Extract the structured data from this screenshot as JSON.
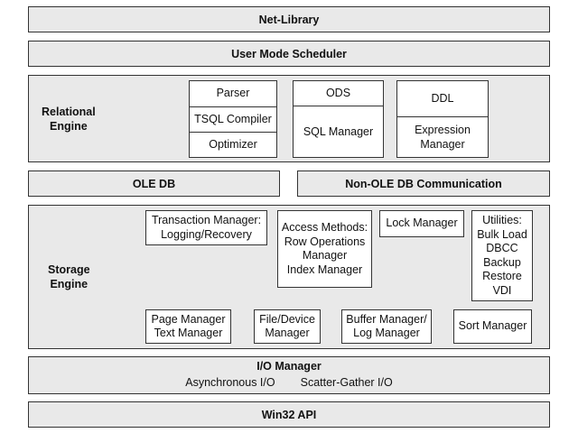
{
  "net_library": "Net-Library",
  "user_mode_scheduler": "User Mode Scheduler",
  "relational": {
    "label_line1": "Relational",
    "label_line2": "Engine",
    "parser": "Parser",
    "tsql_compiler": "TSQL Compiler",
    "optimizer": "Optimizer",
    "ods": "ODS",
    "sql_manager": "SQL Manager",
    "ddl": "DDL",
    "expression_manager_line1": "Expression",
    "expression_manager_line2": "Manager"
  },
  "ole_db": "OLE DB",
  "non_ole_db": "Non-OLE DB Communication",
  "storage": {
    "label_line1": "Storage",
    "label_line2": "Engine",
    "transaction_manager_line1": "Transaction Manager:",
    "transaction_manager_line2": "Logging/Recovery",
    "access_methods": [
      "Access Methods:",
      "Row Operations",
      "Manager",
      "Index Manager"
    ],
    "lock_manager": "Lock Manager",
    "utilities": [
      "Utilities:",
      "Bulk Load",
      "DBCC",
      "Backup",
      "Restore",
      "VDI"
    ],
    "page_manager_line1": "Page Manager",
    "page_manager_line2": "Text Manager",
    "file_device_line1": "File/Device",
    "file_device_line2": "Manager",
    "buffer_manager_line1": "Buffer Manager/",
    "buffer_manager_line2": "Log Manager",
    "sort_manager": "Sort Manager"
  },
  "io_manager": {
    "title": "I/O Manager",
    "async": "Asynchronous I/O",
    "scatter_gather": "Scatter-Gather I/O"
  },
  "win32_api": "Win32 API"
}
